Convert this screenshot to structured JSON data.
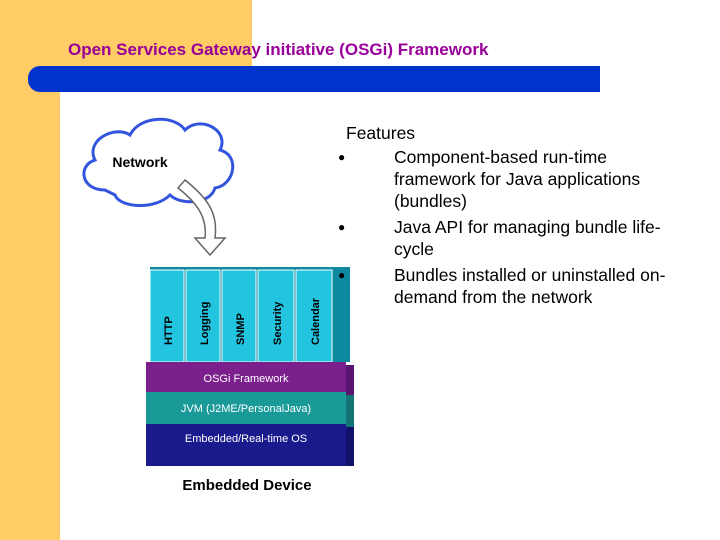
{
  "slide": {
    "title": "Open Services Gateway initiative (OSGi) Framework",
    "accent_colors": {
      "side": "#ffcc66",
      "bar": "#0033cc",
      "title": "#990099"
    }
  },
  "features": {
    "heading": "Features",
    "items": [
      "Component-based run-time framework for Java applications (bundles)",
      "Java API for managing bundle life-cycle",
      "Bundles installed or uninstalled on-demand from the network"
    ]
  },
  "diagram": {
    "cloud_label": "Network",
    "bundles": [
      "HTTP",
      "Logging",
      "SNMP",
      "Security",
      "Calendar"
    ],
    "layers": [
      {
        "label": "OSGi Framework",
        "color": "#7a1f8c"
      },
      {
        "label": "JVM (J2ME/PersonalJava)",
        "color": "#1a9999"
      },
      {
        "label": "Embedded/Real-time OS",
        "color": "#1a1a8c"
      }
    ],
    "device_label": "Embedded Device",
    "bundle_color": "#22c4e0"
  }
}
